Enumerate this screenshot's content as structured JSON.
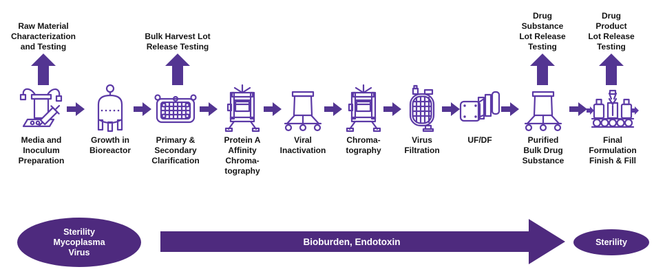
{
  "colors": {
    "deep": "#4e2a7e",
    "mid": "#533592",
    "icon": "#5c3aa6",
    "ink": "#141414"
  },
  "callouts": [
    {
      "label": "Raw Material\nCharacterization\nand Testing"
    },
    {
      "label": "Bulk Harvest Lot\nRelease Testing"
    },
    {
      "label": "Drug\nSubstance\nLot Release\nTesting"
    },
    {
      "label": "Drug\nProduct\nLot Release\nTesting"
    }
  ],
  "steps": [
    {
      "label": "Media and\nInoculum\nPreparation",
      "icon": "media-prep-icon"
    },
    {
      "label": "Growth in\nBioreactor",
      "icon": "bioreactor-icon"
    },
    {
      "label": "Primary &\nSecondary\nClarification",
      "icon": "clarification-filter-icon"
    },
    {
      "label": "Protein A\nAffinity\nChroma-\ntography",
      "icon": "chromatography-press-icon"
    },
    {
      "label": "Viral\nInactivation",
      "icon": "mobile-tank-icon"
    },
    {
      "label": "Chroma-\ntography",
      "icon": "chromatography-press-icon"
    },
    {
      "label": "Virus\nFiltration",
      "icon": "virus-filter-icon"
    },
    {
      "label": "UF/DF",
      "icon": "uf-df-cassette-icon"
    },
    {
      "label": "Purified\nBulk Drug\nSubstance",
      "icon": "mobile-tank-icon"
    },
    {
      "label": "Final\nFormulation\nFinish & Fill",
      "icon": "fill-finish-icon"
    }
  ],
  "bottom": {
    "left_ellipse": "Sterility\nMycoplasma\nVirus",
    "arrow_label": "Bioburden, Endotoxin",
    "right_ellipse": "Sterility"
  }
}
